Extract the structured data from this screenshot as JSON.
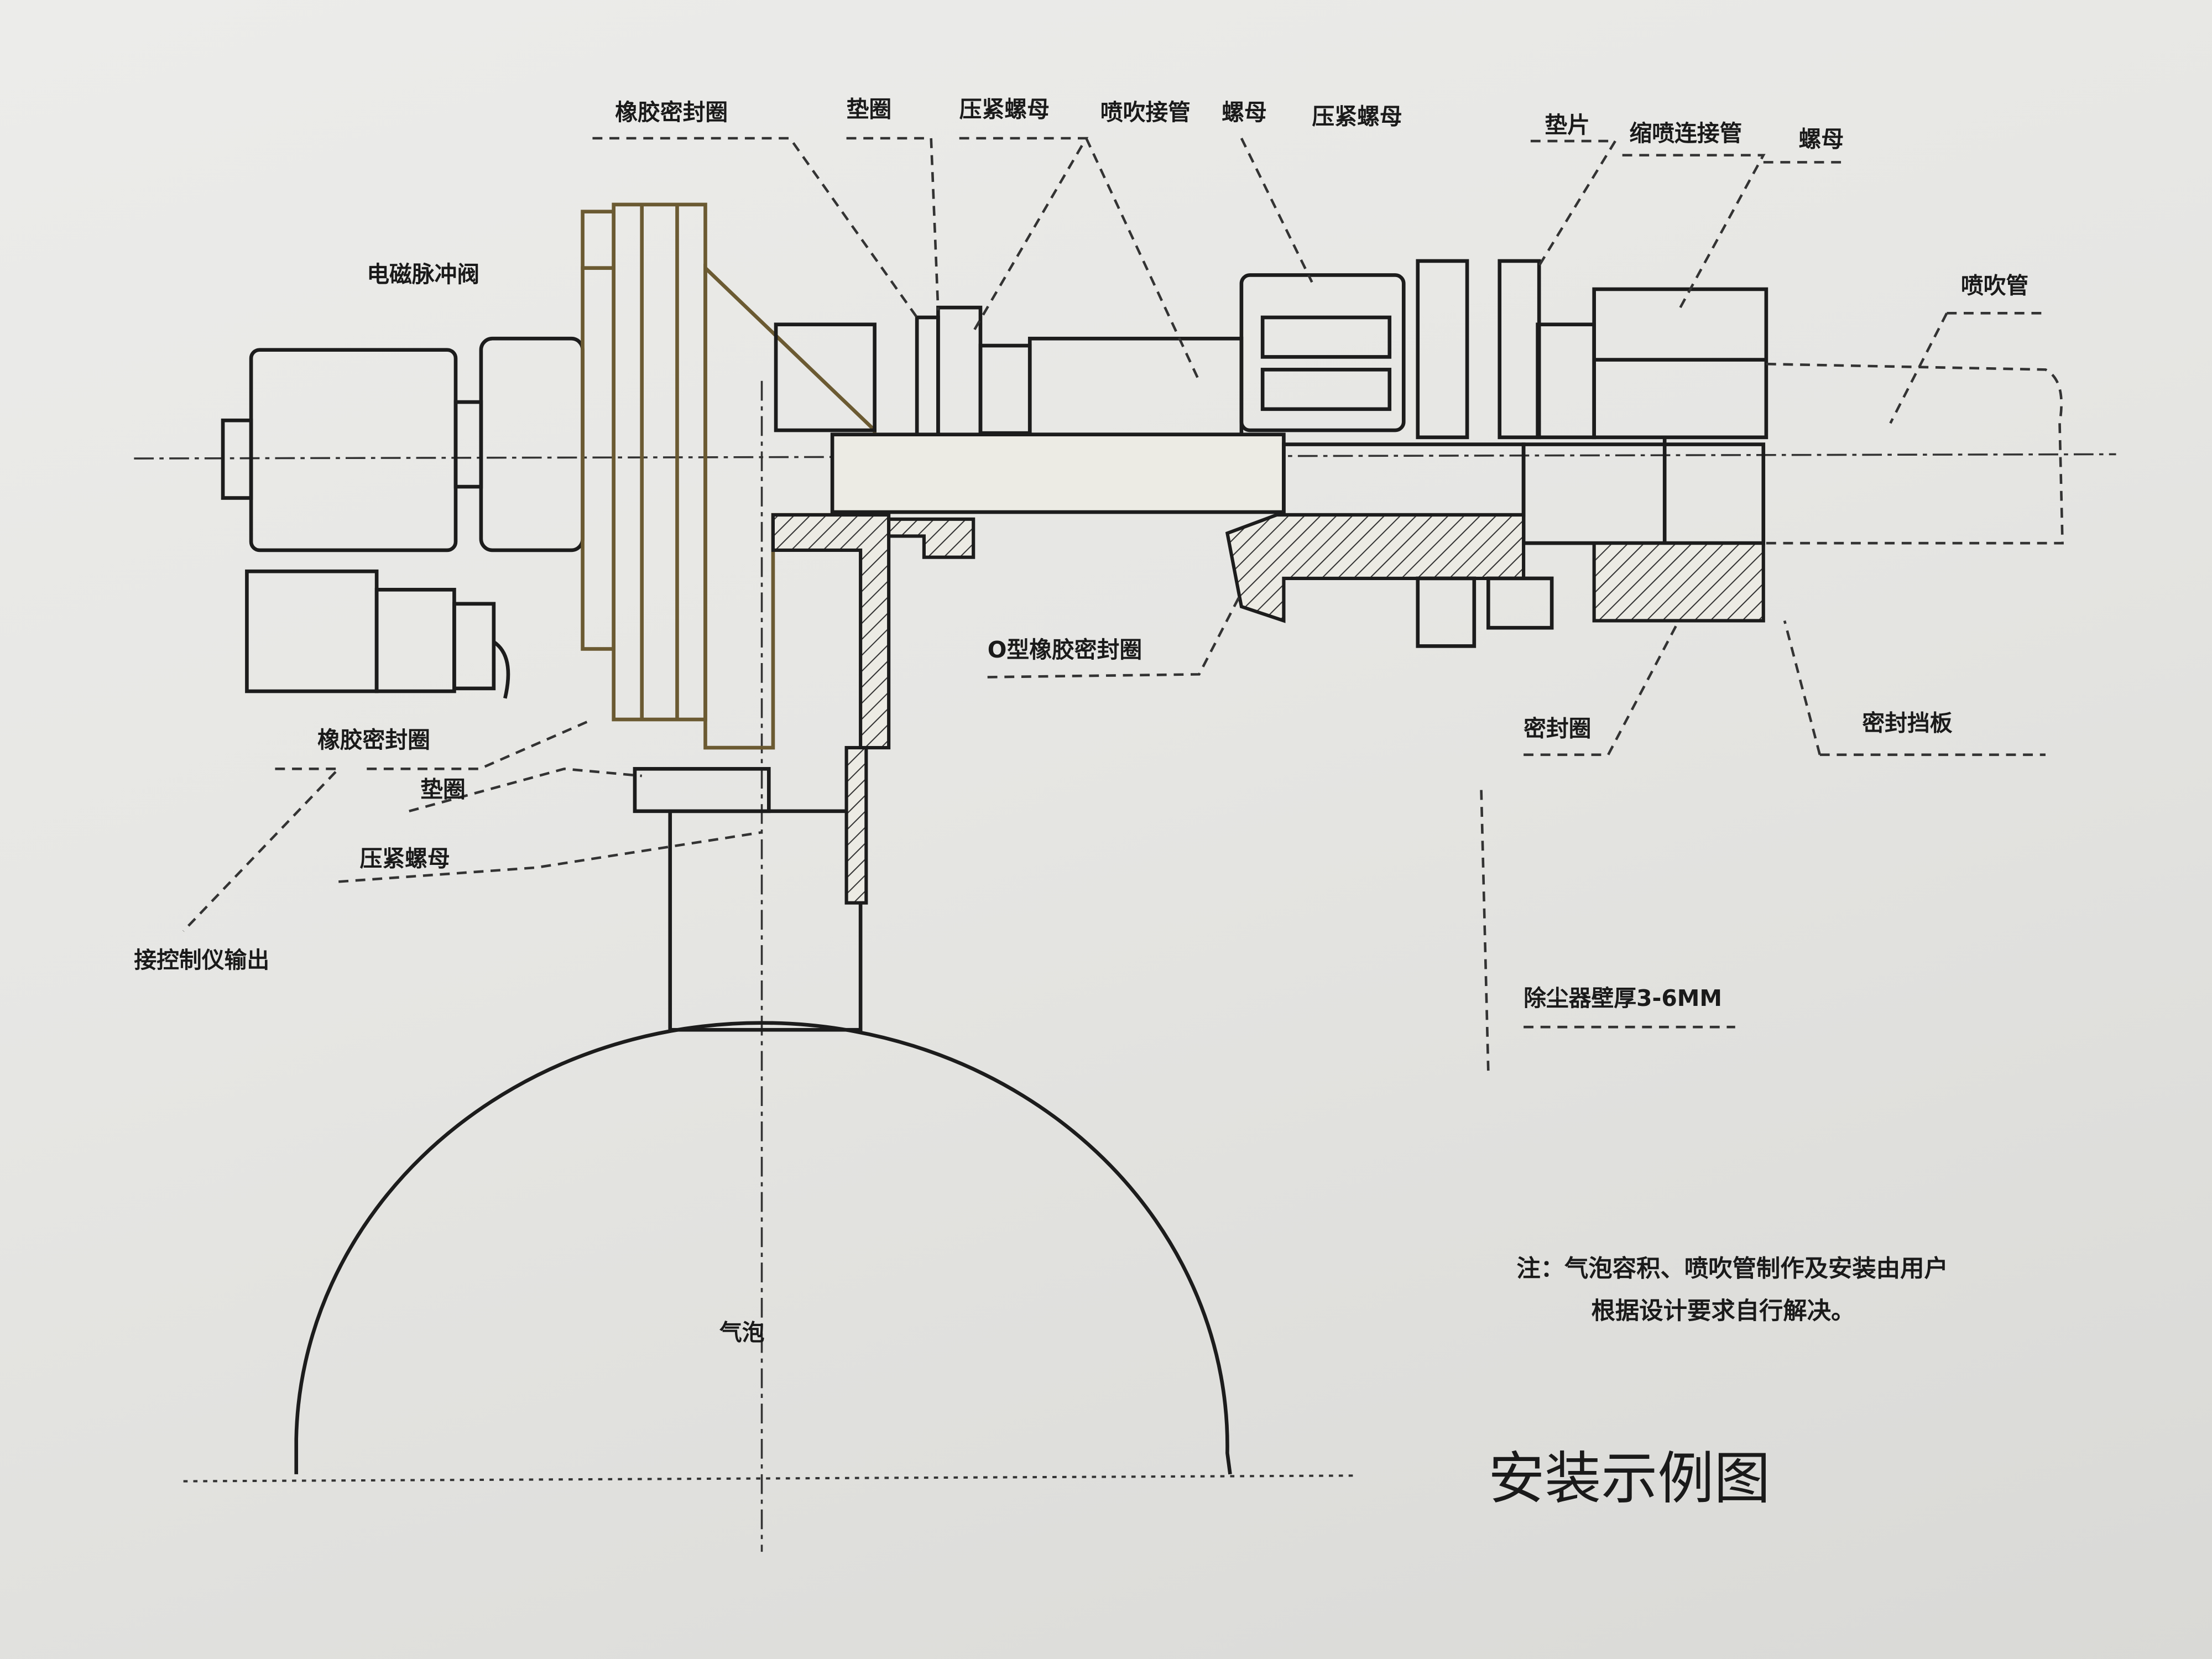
{
  "labels": {
    "rubber_seal_top": "橡胶密封圈",
    "washer_top": "垫圈",
    "compress_nut_top": "压紧螺母",
    "blow_connector": "喷吹接管",
    "nut_top": "螺母",
    "compress_nut_top2": "压紧螺母",
    "gasket": "垫片",
    "nozzle_connector": "缩喷连接管",
    "nut_right": "螺母",
    "blow_pipe": "喷吹管",
    "solenoid_valve": "电磁脉冲阀",
    "o_ring": "O型橡胶密封圈",
    "rubber_seal_left": "橡胶密封圈",
    "washer_left": "垫圈",
    "compress_nut_left": "压紧螺母",
    "controller_output": "接控制仪输出",
    "seal_ring": "密封圈",
    "seal_baffle": "密封挡板",
    "wall_thickness": "除尘器壁厚3-6MM",
    "air_bag": "气泡"
  },
  "note": {
    "line1": "注：气泡容积、喷吹管制作及安装由用户",
    "line2": "根据设计要求自行解决。"
  },
  "title": "安装示例图"
}
